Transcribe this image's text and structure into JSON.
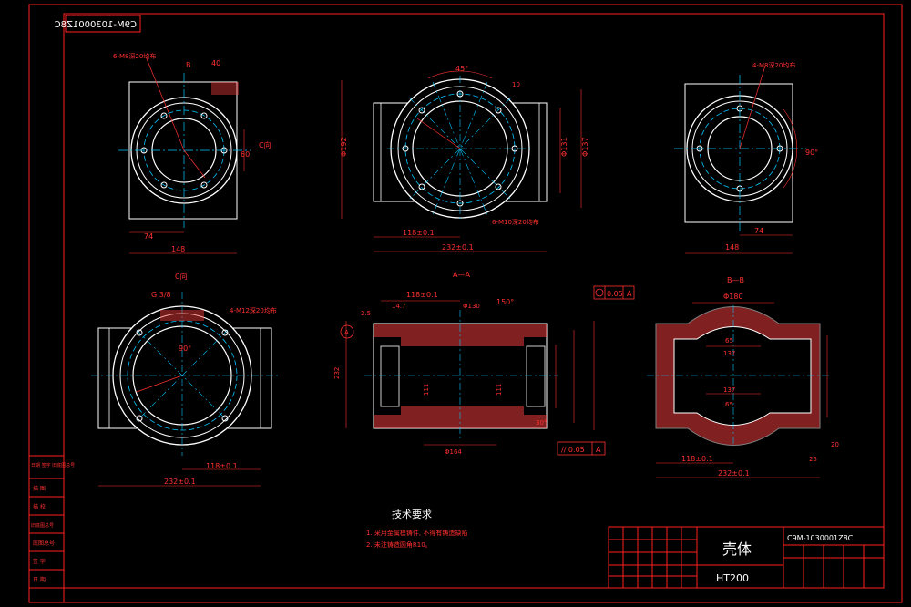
{
  "colors": {
    "background": "#000000",
    "outline": "#ffffff",
    "frame": "#ff2020",
    "dimension": "#ff3030",
    "centerline": "#00c8ff",
    "hatch": "#ff4040"
  },
  "corner_code": "C9M-1030001Z8C",
  "view_labels": {
    "c_direction": "C向",
    "section_aa": "A—A",
    "section_bb": "B—B",
    "marker_a": "A",
    "marker_b": "B"
  },
  "callouts": {
    "holes_left": "6-M8深20均布",
    "holes_right": "4-M8深20均布",
    "holes_front": "6-M10深20均布",
    "holes_cview": "4-M12深20均布",
    "angle_45": "45°",
    "angle_90_right": "90°",
    "angle_90_c": "90°",
    "angle_150": "150°",
    "angle_30": "30°",
    "thread_g": "G 3/8",
    "flatness": "0.05",
    "parallel": "// 0.05",
    "datum_a": "A"
  },
  "dimensions": {
    "left_top": "40",
    "left_74": "74",
    "left_148": "148",
    "left_60": "60",
    "left_c": "C向",
    "front_118": "118±0.1",
    "front_232": "232±0.1",
    "front_192": "Φ192",
    "front_137": "Φ137",
    "front_131": "Φ131",
    "front_10": "10",
    "right_148": "148",
    "right_74": "74",
    "c_118": "118±0.1",
    "c_232": "232±0.1",
    "aa_118": "118±0.1",
    "aa_14": "14.7",
    "aa_130": "Φ130",
    "aa_164": "Φ164",
    "aa_111a": "111",
    "aa_111b": "111",
    "aa_232": "232",
    "aa_250": "2.5",
    "bb_180": "Φ180",
    "bb_65": "65",
    "bb_137a": "137",
    "bb_137b": "137",
    "bb_65b": "65",
    "bb_118": "118±0.1",
    "bb_232": "232±0.1",
    "bb_20": "20",
    "bb_25": "25"
  },
  "tech_requirements": {
    "title": "技术要求",
    "items": [
      "1. 采用金属模铸件, 不得有铸造缺陷",
      "2. 未注铸造圆角R10。"
    ]
  },
  "title_block": {
    "part_name": "壳体",
    "material": "HT200",
    "drawing_no": "C9M-1030001Z8C"
  },
  "side_table": {
    "header": "日期 签字 旧底图总号",
    "rows": [
      "描 图",
      "描 校",
      "旧底图总号",
      "底图总号",
      "签 字",
      "日 期"
    ]
  }
}
